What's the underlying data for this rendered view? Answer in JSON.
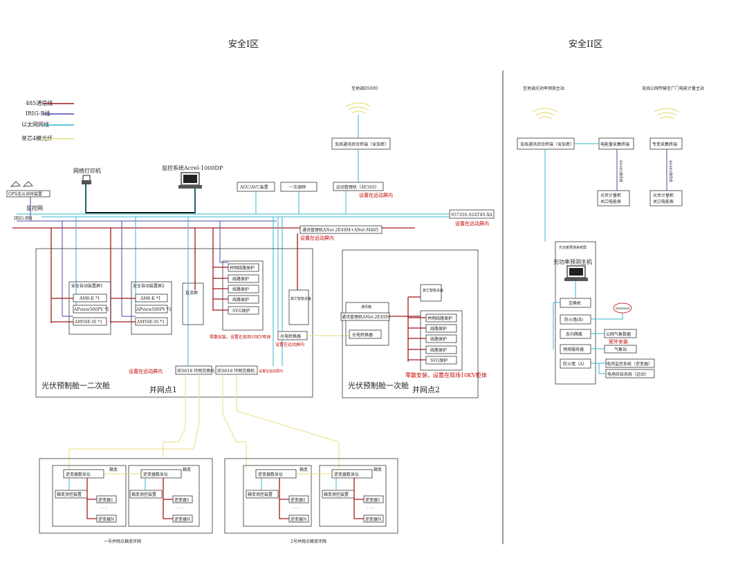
{
  "zones": {
    "zone1": "安全I区",
    "zone2": "安全II区"
  },
  "legend": [
    {
      "label": "485通信线",
      "color": "#a01818"
    },
    {
      "label": "IRIG-B线",
      "color": "#4a4aa8"
    },
    {
      "label": "以太网网线",
      "color": "#33b4cc"
    },
    {
      "label": "单芯4模光纤",
      "color": "#e8de7a"
    }
  ],
  "top": {
    "to_dispatch": "至地调D5000",
    "wireless_terminal": "无线通讯综合终端（含加密）",
    "telecontrol": "远动管理机（4E16S）",
    "telecontrol_note": "设置在远动屏内",
    "agc_avc": "AGC/AVC装置",
    "freq": "一次调频",
    "printer": "网络打印机",
    "monitor": "监控系统Acrel-1000DP",
    "gps": "GPS北斗对时装置",
    "lan": "监控网",
    "irig": "IRIG-B码",
    "switch": "S5735S-S24T4S-XA",
    "switch_note": "设置在远动屏内",
    "comm_mgr": "通讯管理机ANet-2E4SM+ANet-M485",
    "comm_mgr_note": "设置在远动屏内"
  },
  "cabin1": {
    "panel1_title": "安全自动装置屏1",
    "panel1": [
      "AM6-K *1",
      "APview500PV *1",
      "AM5SE-IS *1"
    ],
    "panel2_title": "安全自动装置屏2",
    "panel2": [
      "AM6-K *1",
      "APview500PV *1",
      "AM5SE-IS *1"
    ],
    "dc": "直流屏",
    "protections": [
      "并网线路保护",
      "线路保护",
      "线路保护",
      "线路保护",
      "SVG保护"
    ],
    "other_device": "其它智能设备",
    "opto": "光电转换器",
    "opto_note": "设置在远动屏内",
    "zero_note": "零散安装，设置在现场10KV柜体",
    "ies1": "IES618 环网交换机",
    "ies2": "IES618 环网交换机",
    "ies2_note": "设置在远动屏内",
    "ies_note": "设置在远动屏内",
    "cabin_label": "光伏预制舱一二次舱",
    "point_label": "并网点1"
  },
  "cabin2": {
    "other_device": "其它智能设备",
    "sub_title": "通讯箱",
    "comm_mgr": "通讯管理机ANet-2E4SM",
    "opto": "光电转换器",
    "protections": [
      "并网线路保护",
      "线路保护",
      "线路保护",
      "线路保护",
      "SVG保护"
    ],
    "zero_note": "零散安装，设置在现场10KV柜体",
    "cabin_label": "光伏预制舱一次舱",
    "point_label": "并网点2"
  },
  "ring": {
    "box_label": "箱变",
    "collector": "逆变器数采仪",
    "measure": "箱变测控装置",
    "inv1": "逆变器1",
    "dots": "· · ·",
    "invn": "逆变器N",
    "ring1": "一号并网点箱变环网",
    "ring2": "2号并网点箱变环网"
  },
  "zone2": {
    "to_power_pred": "至地调光功率预测主站",
    "to_metering": "无线公网传输至厂门电能计量主站",
    "wireless_terminal": "无线通讯综合终端（含加密）",
    "energy_terminal": "电能量采集终端",
    "special_terminal": "专变采集终端",
    "rs485": "RS485通讯线",
    "meter1": "光伏计量柜关口电能表",
    "meter2": "光伏计量柜关口电能表",
    "cabinet_title": "光功率预测系统屏",
    "pred_host": "光功率预测主机",
    "switch": "交换机",
    "firewall_b": "防火墙(B)",
    "reverse_iso": "反向隔离",
    "weather_data": "公网气象数据",
    "outdoor": "室外安装",
    "pred_server": "预测服务器",
    "weather_station": "气象站",
    "firewall_a": "防火墙（A）",
    "env_monitor": "电场监控系统（逆变器）",
    "comprehensive": "电场综自系统（远动）",
    "internet": "Internet"
  }
}
